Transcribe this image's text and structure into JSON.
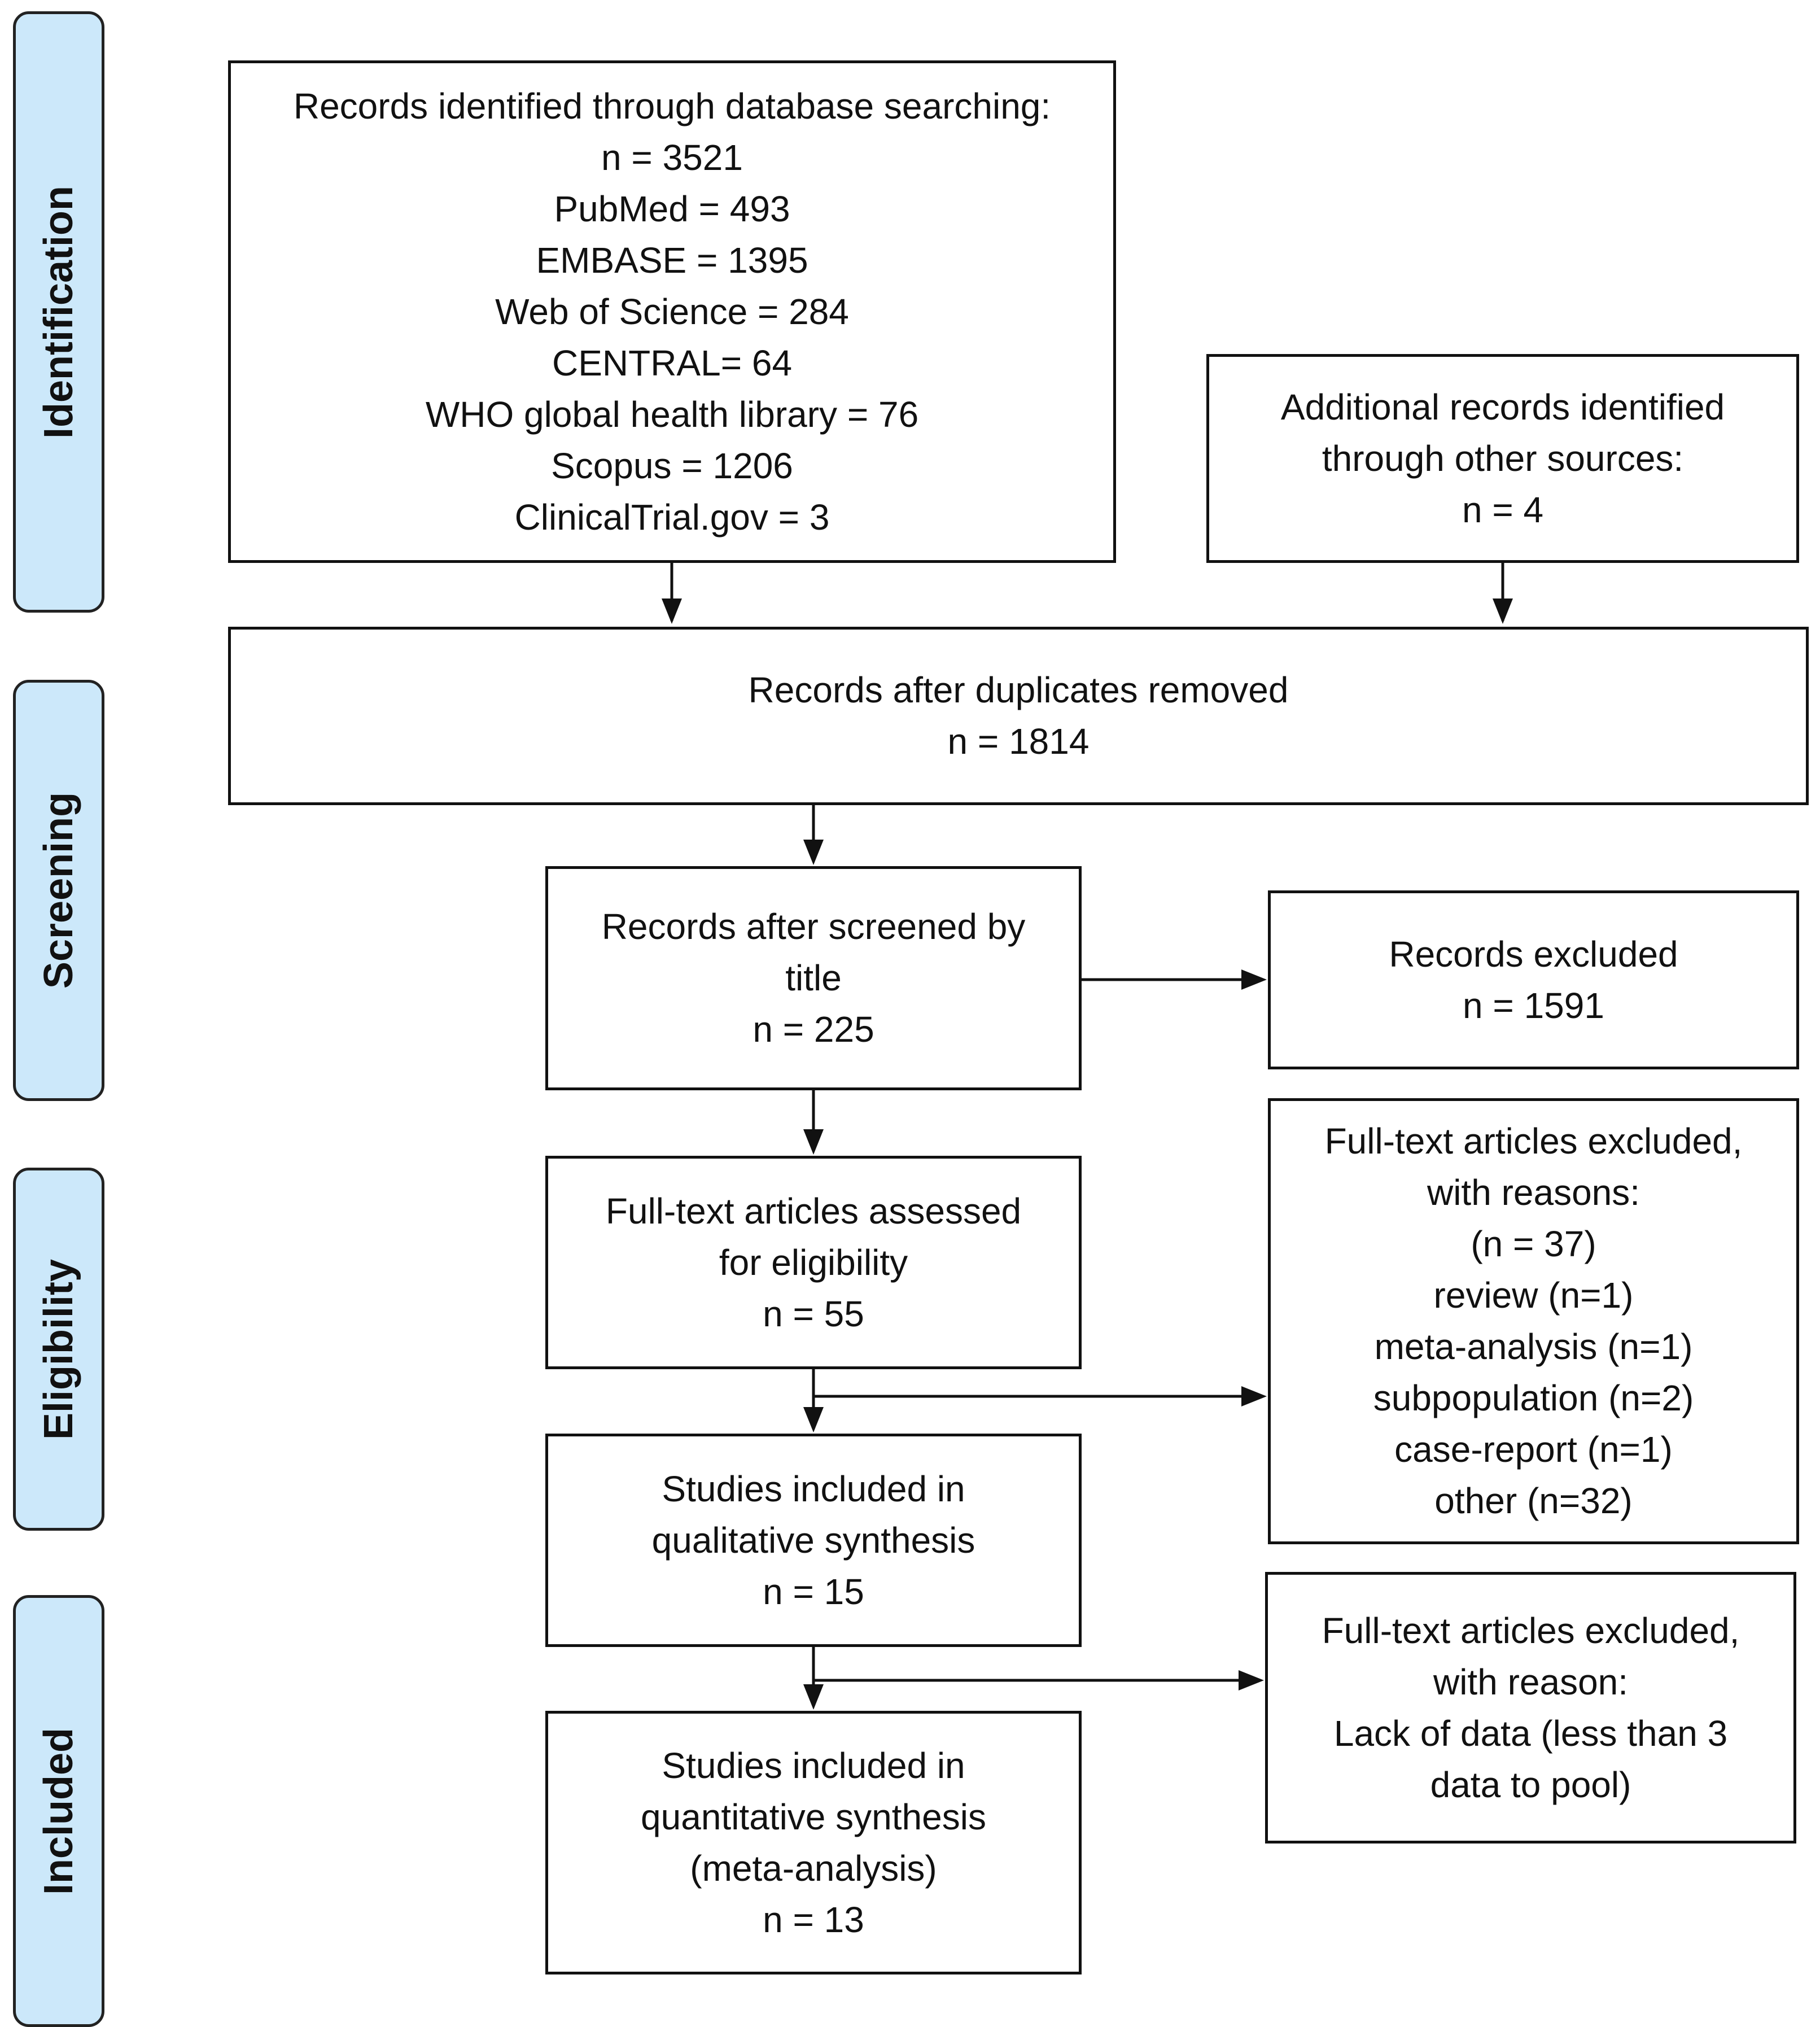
{
  "phases": {
    "identification": "Identification",
    "screening": "Screening",
    "eligibility": "Eligibility",
    "included": "Included"
  },
  "identified": {
    "lines": [
      "Records identified through database searching:",
      "n = 3521",
      "PubMed = 493",
      "EMBASE = 1395",
      "Web of Science = 284",
      "CENTRAL= 64",
      "WHO global health library = 76",
      "Scopus = 1206",
      "ClinicalTrial.gov = 3"
    ]
  },
  "additional": {
    "lines": [
      "Additional records identified",
      "through other sources:",
      "n = 4"
    ]
  },
  "deduplicated": {
    "lines": [
      "Records after duplicates removed",
      "n = 1814"
    ]
  },
  "screened": {
    "lines": [
      "Records after screened by",
      "title",
      "n = 225"
    ]
  },
  "excluded": {
    "lines": [
      "Records excluded",
      "n = 1591"
    ]
  },
  "fulltext": {
    "lines": [
      "Full-text articles assessed",
      "for eligibility",
      "n = 55"
    ]
  },
  "fulltext_excluded": {
    "lines": [
      "Full-text articles excluded,",
      "with reasons:",
      "(n = 37)",
      "review (n=1)",
      "meta-analysis (n=1)",
      "subpopulation (n=2)",
      "case-report (n=1)",
      "other (n=32)"
    ]
  },
  "qualitative": {
    "lines": [
      "Studies included in",
      "qualitative synthesis",
      "n = 15"
    ]
  },
  "lack_excluded": {
    "lines": [
      "Full-text articles excluded,",
      "with reason:",
      "Lack of data (less than 3",
      "data to pool)"
    ]
  },
  "quantitative": {
    "lines": [
      "Studies included in",
      "quantitative synthesis",
      "(meta-analysis)",
      "n = 13"
    ]
  }
}
